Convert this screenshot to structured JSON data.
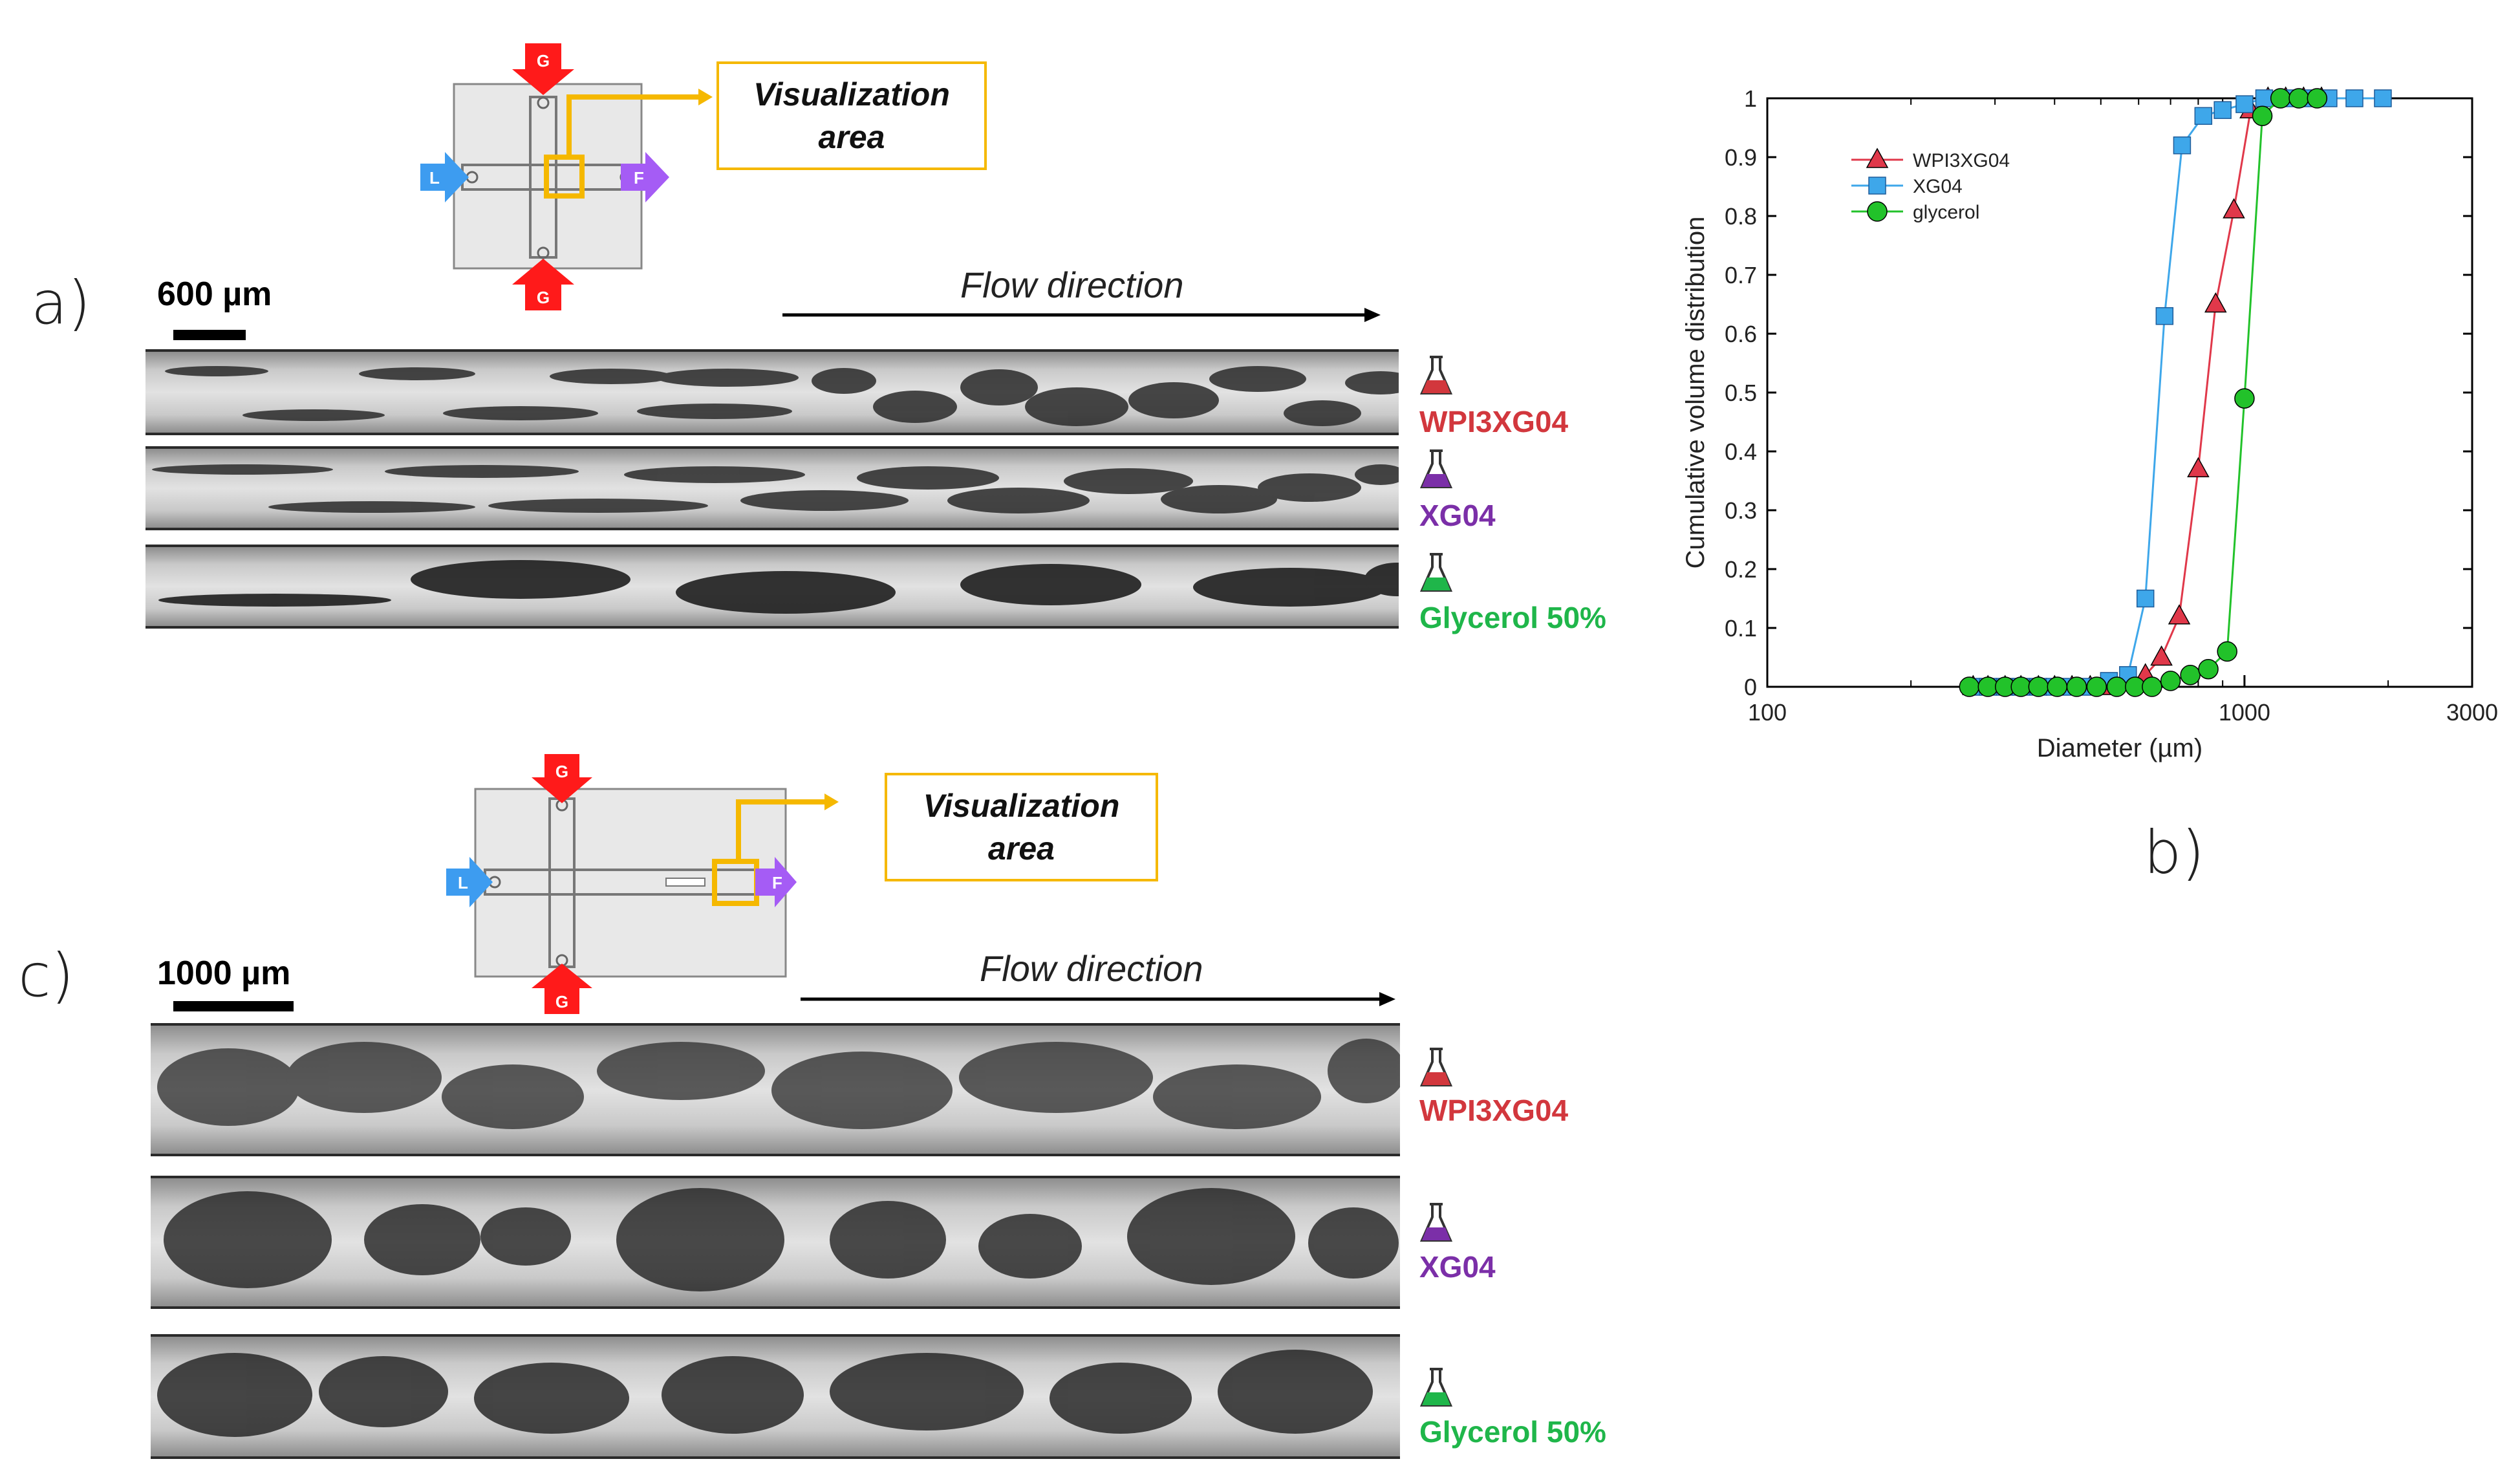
{
  "panels": {
    "a": {
      "letter": "a)",
      "scale_bar_label": "600 µm",
      "flow_direction": "Flow direction",
      "visualization_area": [
        "Visualization",
        "area"
      ],
      "inlets": {
        "top": "G",
        "bottom": "G",
        "left": "L",
        "right": "F"
      },
      "samples": [
        {
          "label": "WPI3XG04",
          "color": "#d2373d"
        },
        {
          "label": "XG04",
          "color": "#7b2fa8"
        },
        {
          "label": "Glycerol 50%",
          "color": "#1fb64a"
        }
      ]
    },
    "b": {
      "letter": "b)"
    },
    "c": {
      "letter": "c)",
      "scale_bar_label": "1000 µm",
      "flow_direction": "Flow direction",
      "visualization_area": [
        "Visualization",
        "area"
      ],
      "inlets": {
        "top": "G",
        "bottom": "G",
        "left": "L",
        "right": "F"
      },
      "samples": [
        {
          "label": "WPI3XG04",
          "color": "#d2373d"
        },
        {
          "label": "XG04",
          "color": "#7b2fa8"
        },
        {
          "label": "Glycerol 50%",
          "color": "#1fb64a"
        }
      ]
    }
  },
  "colors": {
    "gas_arrow": "#ff1a1a",
    "liquid_arrow": "#3d9cf0",
    "foam_arrow": "#a55cf5",
    "visualization_frame": "#f5b800"
  },
  "chart_data": {
    "type": "line",
    "xlabel": "Diameter (µm)",
    "ylabel": "Cumulative volume distribution",
    "xscale": "log",
    "xlim": [
      100,
      3000
    ],
    "ylim": [
      0,
      1
    ],
    "x_ticks": [
      "100",
      "1000",
      "3000"
    ],
    "y_ticks": [
      "0",
      "0.1",
      "0.2",
      "0.3",
      "0.4",
      "0.5",
      "0.6",
      "0.7",
      "0.8",
      "0.9",
      "1"
    ],
    "legend_position": "top-left",
    "series": [
      {
        "name": "WPI3XG04",
        "color": "#e0384a",
        "marker": "triangle",
        "points": [
          [
            270,
            0
          ],
          [
            290,
            0
          ],
          [
            315,
            0
          ],
          [
            340,
            0
          ],
          [
            370,
            0
          ],
          [
            400,
            0
          ],
          [
            435,
            0
          ],
          [
            475,
            0
          ],
          [
            520,
            0
          ],
          [
            570,
            0.01
          ],
          [
            620,
            0.02
          ],
          [
            670,
            0.05
          ],
          [
            730,
            0.12
          ],
          [
            800,
            0.37
          ],
          [
            870,
            0.65
          ],
          [
            950,
            0.81
          ],
          [
            1030,
            0.98
          ],
          [
            1120,
            1.0
          ],
          [
            1220,
            1.0
          ],
          [
            1330,
            1.0
          ],
          [
            1450,
            1.0
          ]
        ]
      },
      {
        "name": "XG04",
        "color": "#3ea7ea",
        "marker": "square",
        "points": [
          [
            270,
            0
          ],
          [
            290,
            0
          ],
          [
            315,
            0
          ],
          [
            340,
            0
          ],
          [
            370,
            0
          ],
          [
            400,
            0
          ],
          [
            435,
            0
          ],
          [
            475,
            0
          ],
          [
            520,
            0.01
          ],
          [
            570,
            0.02
          ],
          [
            620,
            0.15
          ],
          [
            680,
            0.63
          ],
          [
            740,
            0.92
          ],
          [
            820,
            0.97
          ],
          [
            900,
            0.98
          ],
          [
            1000,
            0.99
          ],
          [
            1100,
            1.0
          ],
          [
            1220,
            1.0
          ],
          [
            1350,
            1.0
          ],
          [
            1500,
            1.0
          ],
          [
            1700,
            1.0
          ],
          [
            1950,
            1.0
          ]
        ]
      },
      {
        "name": "glycerol",
        "color": "#22c22a",
        "marker": "circle",
        "points": [
          [
            265,
            0
          ],
          [
            290,
            0
          ],
          [
            315,
            0
          ],
          [
            340,
            0
          ],
          [
            370,
            0
          ],
          [
            405,
            0
          ],
          [
            445,
            0
          ],
          [
            490,
            0
          ],
          [
            540,
            0
          ],
          [
            590,
            0
          ],
          [
            640,
            0.0
          ],
          [
            700,
            0.01
          ],
          [
            770,
            0.02
          ],
          [
            840,
            0.03
          ],
          [
            920,
            0.06
          ],
          [
            1000,
            0.49
          ],
          [
            1090,
            0.97
          ],
          [
            1190,
            1.0
          ],
          [
            1300,
            1.0
          ],
          [
            1420,
            1.0
          ]
        ]
      }
    ]
  }
}
